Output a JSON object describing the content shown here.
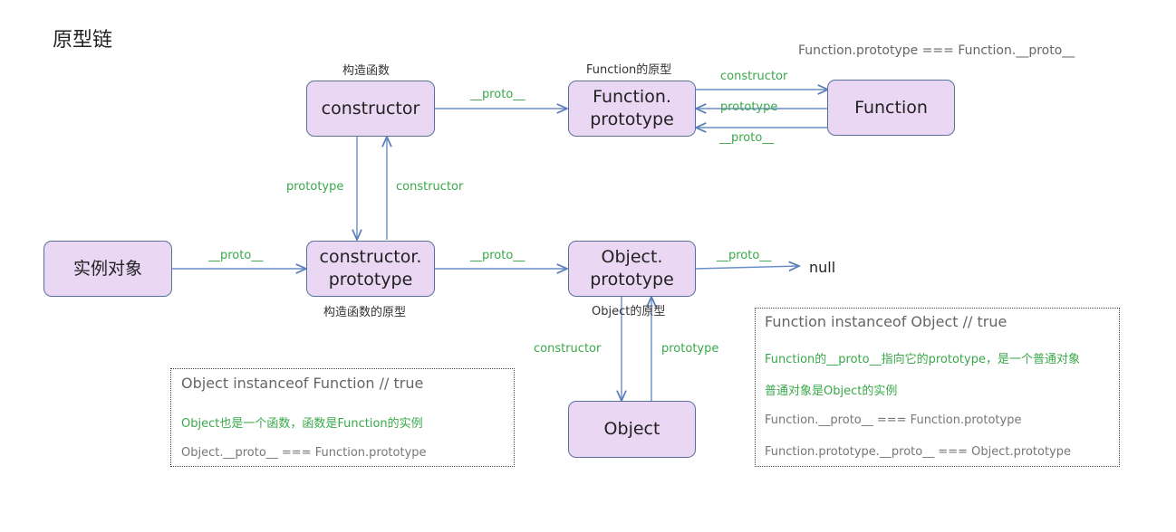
{
  "title": "原型链",
  "top_note": "Function.prototype === Function.__proto__",
  "nodes": {
    "constructor": "constructor",
    "function_prototype": "Function.\nprototype",
    "function": "Function",
    "instance": "实例对象",
    "constructor_prototype": "constructor.\nprototype",
    "object_prototype": "Object.\nprototype",
    "object": "Object",
    "null": "null"
  },
  "captions": {
    "constructor": "构造函数",
    "function_prototype": "Function的原型",
    "constructor_prototype": "构造函数的原型",
    "object_prototype": "Object的原型"
  },
  "edge_labels": {
    "ctor_to_fproto": "__proto__",
    "fproto_to_func_constructor": "constructor",
    "func_to_fproto_prototype": "prototype",
    "func_to_fproto_proto": "__proto__",
    "ctor_prototype": "prototype",
    "ctorproto_constructor": "constructor",
    "instance_proto": "__proto__",
    "ctorproto_to_objproto": "__proto__",
    "objproto_to_null": "__proto__",
    "objproto_constructor": "constructor",
    "object_prototype": "prototype"
  },
  "box_left": {
    "heading": "Object  instanceof  Function    // true",
    "line1": "Object也是一个函数，函数是Function的实例",
    "line2": "Object.__proto__ === Function.prototype"
  },
  "box_right": {
    "heading": "Function  instanceof  Object    // true",
    "line1": "Function的__proto__指向它的prototype，是一个普通对象",
    "line2": "普通对象是Object的实例",
    "line3": "Function.__proto__  ===  Function.prototype",
    "line4": "Function.prototype.__proto__  === Object.prototype"
  }
}
